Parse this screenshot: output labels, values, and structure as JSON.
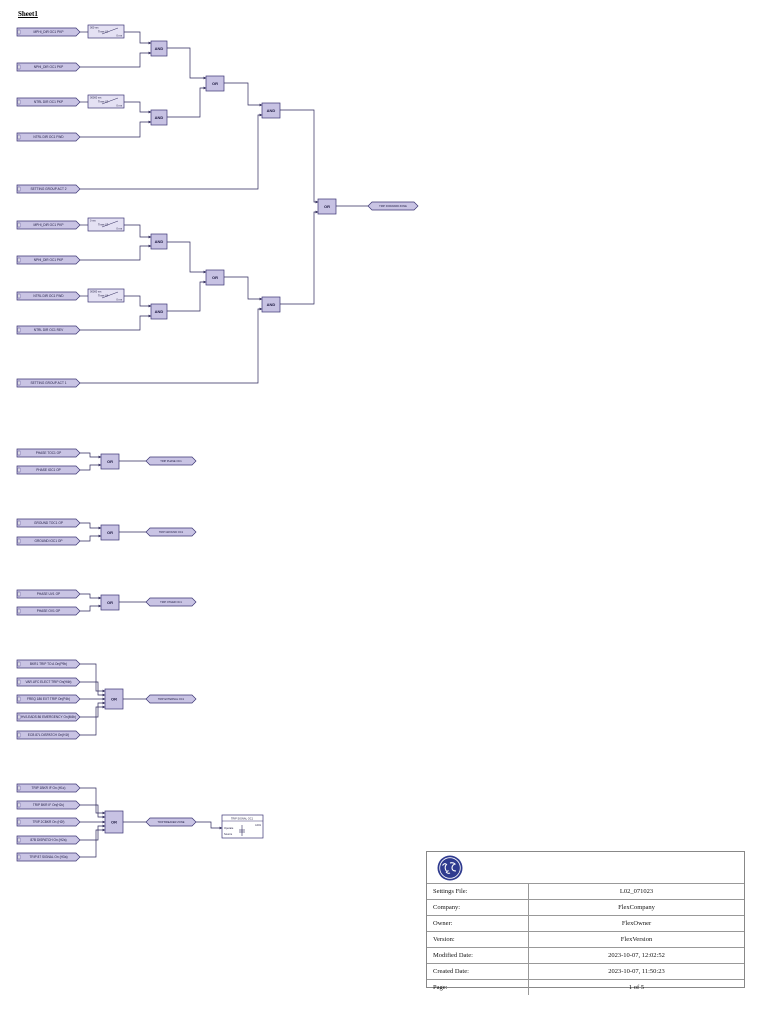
{
  "sheet": {
    "title": "Sheet1"
  },
  "logic": {
    "tags": {
      "t1": "MPHI_DIR OC1 PKP",
      "t2": "NPHI_DIR OC1 PKP",
      "t3": "NTRL DIR OC1 PKP",
      "t4": "NTRL DIR OC1 FWD",
      "t5": "SETTING GROUP ACT 2",
      "t6": "MPHI_DIR OC1 PKP",
      "t7": "NPHI_DIR OC1 PKP",
      "t8": "NTRL DIR OC1 FWD",
      "t9": "NTRL DIR OC1 REV",
      "t10": "SETTING GROUP ACT 1",
      "t11": "PHASE TOC1 OP",
      "t12": "PHASE IOC1 OP",
      "t13": "GROUND TOC1 OP",
      "t14": "GROUND IOC1 OP",
      "t15": "PHASE UV1 OP",
      "t16": "PHASE OV1 OP",
      "t17": "BKR1 TRIP TO A On(P9b)",
      "t18": "VAR.UFC ELECT TRIP On(H4b)",
      "t19": "FREQ 186 EXT TRIP On(P4b)",
      "t20": "HV/LEADS 86 EMERGENCY On(M4b)",
      "t21": "ECB 87L DISPATCH On(H1f)",
      "t22": "TRIP 1BKR IF On (H1c)",
      "t23": "TRIP BKR IF On(H2c)",
      "t24": "TRIP 2CBKR On (H2f)",
      "t25": "87B DISPATCH On (H2a)",
      "t26": "TRIP 87 SIGNAL On (H3a)"
    },
    "gates": {
      "g_and": "AND",
      "g_or": "OR"
    },
    "timers": {
      "tm1": {
        "top": "000 ms",
        "mid": "Timer 01",
        "bot": "0 ms"
      },
      "tm2": {
        "top": "00000 ms",
        "mid": "Timer 02",
        "bot": "0 ms"
      },
      "tm3": {
        "top": "0 ms",
        "mid": "Timer 03",
        "bot": "0 ms"
      },
      "tm4": {
        "top": "00000 ms",
        "mid": "Timer 04",
        "bot": "0 ms"
      }
    },
    "outputs": {
      "o1": "TRIP FORWARD ZONE",
      "o2": "TRIP PHASE OC1",
      "o3": "TRIP GROUND OC1",
      "o4": "TRIP OTHER OC1",
      "o5": "TRIP EXTERNAL OC1",
      "o6": "TRIP BREAKER ZONE"
    },
    "latch": {
      "title": "TRIP SIGNAL OC1",
      "operate": "Operate",
      "source": "Source",
      "id": "L001"
    }
  },
  "title_block": {
    "rows": [
      {
        "label": "Settings File:",
        "value": "L02_071023"
      },
      {
        "label": "Company:",
        "value": "FlexCompany"
      },
      {
        "label": "Owner:",
        "value": "FlexOwner"
      },
      {
        "label": "Version:",
        "value": "FlexVersion"
      },
      {
        "label": "Modified Date:",
        "value": "2023-10-07, 12:02:52"
      },
      {
        "label": "Created Date:",
        "value": "2023-10-07, 11:50:23"
      },
      {
        "label": "Page:",
        "value": "1 of 5"
      }
    ],
    "logo_icon": "ge-logo-icon",
    "logo_color": "#2f3b8f"
  }
}
